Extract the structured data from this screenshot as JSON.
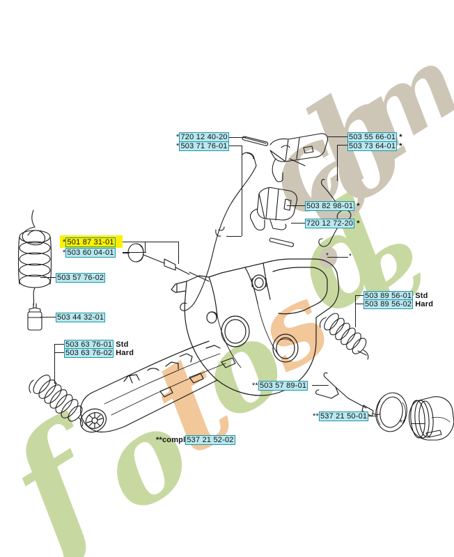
{
  "document": {
    "type": "exploded parts diagram",
    "subject": "chainsaw fuel tank and handle assembly"
  },
  "watermark": {
    "text": "fotosdech.com",
    "fragments": [
      {
        "text": "f",
        "color": "#c7d9a0"
      },
      {
        "text": "o",
        "color": "#c7d9a0"
      },
      {
        "text": "t",
        "color": "#f2c79a"
      },
      {
        "text": "o",
        "color": "#c7d9a0"
      },
      {
        "text": "s",
        "color": "#f2c79a"
      },
      {
        "text": "d",
        "color": "#c7d9a0"
      },
      {
        "text": "e",
        "color": "#c7d9a0"
      },
      {
        "text": "c",
        "color": "#cdc6b6"
      },
      {
        "text": "h",
        "color": "#cdc6b6"
      },
      {
        "text": ".",
        "color": "#cdc6b6"
      },
      {
        "text": "c",
        "color": "#cdc6b6"
      },
      {
        "text": "o",
        "color": "#cdc6b6"
      },
      {
        "text": "m",
        "color": "#cdc6b6"
      }
    ],
    "colors": {
      "green": "#c7d9a0",
      "tan": "#cdc6b6",
      "orange": "#f2c79a"
    }
  },
  "colors": {
    "label_fill": "#b9e8ef",
    "label_border": "#1d94a6",
    "highlight": "#fdf000",
    "line": "#1a1a1a"
  },
  "labels": [
    {
      "id": "l01",
      "prefix": "*",
      "number": "720 12 40-20",
      "suffix": "",
      "highlight": false
    },
    {
      "id": "l02",
      "prefix": "*",
      "number": "503 71 76-01",
      "suffix": "",
      "highlight": false
    },
    {
      "id": "l03",
      "prefix": "",
      "number": "503 55 66-01",
      "suffix": "*",
      "highlight": false
    },
    {
      "id": "l04",
      "prefix": "",
      "number": "503 73 64-01",
      "suffix": "*",
      "highlight": false
    },
    {
      "id": "l05",
      "prefix": "",
      "number": "503 82 98-01",
      "suffix": "*",
      "highlight": false
    },
    {
      "id": "l06",
      "prefix": "",
      "number": "720 12 72-20",
      "suffix": "*",
      "highlight": false
    },
    {
      "id": "l07",
      "prefix": "*",
      "number": "501 87 31-01",
      "suffix": "",
      "highlight": true
    },
    {
      "id": "l08",
      "prefix": "*",
      "number": "503 60 04-01",
      "suffix": "",
      "highlight": false
    },
    {
      "id": "l09",
      "prefix": "",
      "number": "503 57 76-02",
      "suffix": "",
      "highlight": false
    },
    {
      "id": "l10",
      "prefix": "",
      "number": "503 44 32-01",
      "suffix": "",
      "highlight": false
    },
    {
      "id": "l11",
      "prefix": "",
      "number": "503 63 76-01",
      "suffix": "Std",
      "highlight": false
    },
    {
      "id": "l12",
      "prefix": "",
      "number": "503 63 76-02",
      "suffix": "Hard",
      "highlight": false
    },
    {
      "id": "l13",
      "prefix": "",
      "number": "503 89 56-01",
      "suffix": "Std",
      "highlight": false
    },
    {
      "id": "l14",
      "prefix": "",
      "number": "503 89 56-02",
      "suffix": "Hard",
      "highlight": false
    },
    {
      "id": "l15",
      "prefix": "**",
      "number": "503 57 89-01",
      "suffix": "",
      "highlight": false
    },
    {
      "id": "l16",
      "prefix": "**",
      "number": "537 21 50-01",
      "suffix": "",
      "highlight": false
    },
    {
      "id": "l17",
      "prefix": "**compl",
      "number": "537 21 52-02",
      "suffix": "",
      "highlight": false
    }
  ],
  "markers": [
    {
      "id": "m1",
      "text": "*"
    },
    {
      "id": "m2",
      "text": "*"
    },
    {
      "id": "m3",
      "text": "**"
    }
  ]
}
